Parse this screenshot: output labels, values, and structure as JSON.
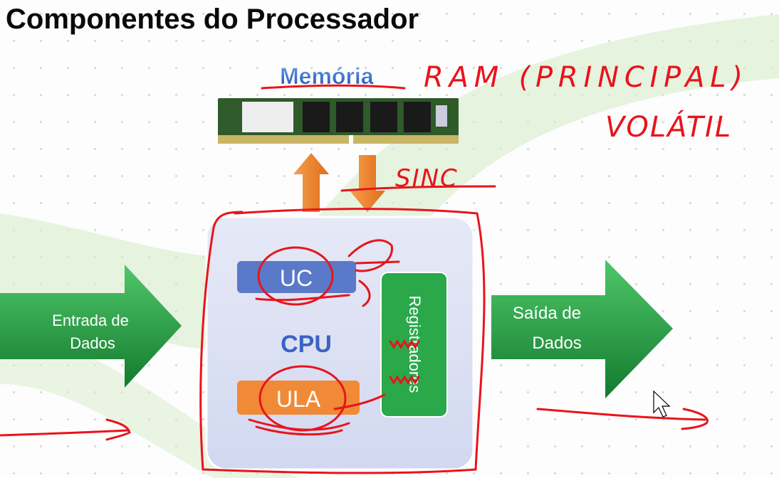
{
  "slide": {
    "title": "Componentes do Processador",
    "memory_label": "Memória",
    "cpu_label": "CPU",
    "uc_label": "UC",
    "ula_label": "ULA",
    "registers_label": "Registradores",
    "input_line1": "Entrada de",
    "input_line2": "Dados",
    "output_line1": "Saída de",
    "output_line2": "Dados"
  },
  "annotations": {
    "ram": "RAM (PRINCIPAL)",
    "volatile": "VOLÁTIL",
    "sync": "SINC"
  },
  "colors": {
    "annotation_red": "#e8141c",
    "arrow_green": "#1e9a3e",
    "arrow_orange": "#f07d2a",
    "uc_blue": "#5b79c9",
    "ula_orange": "#f08a36",
    "cpu_blue": "#3a63c4"
  }
}
